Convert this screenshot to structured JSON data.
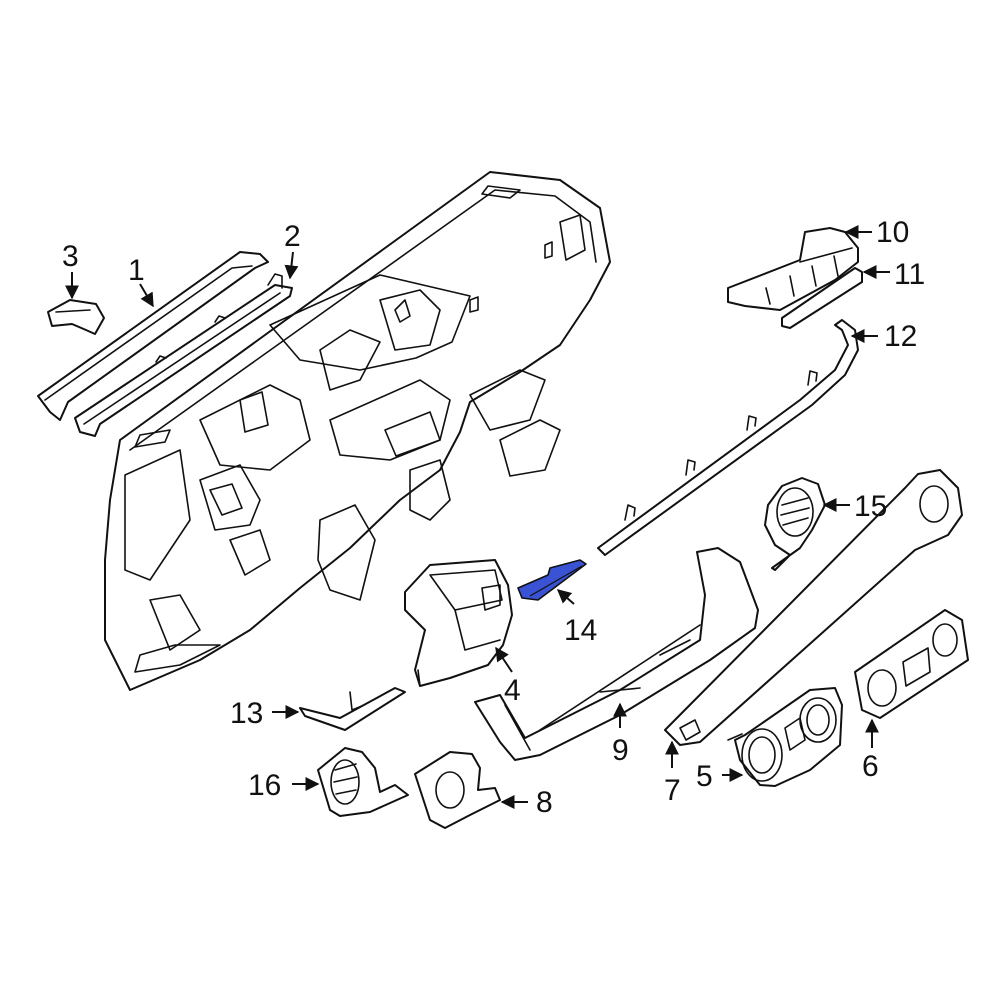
{
  "highlight_color": "#3a53d4",
  "line_color": "#111111",
  "callouts": [
    {
      "id": "1",
      "label": "1"
    },
    {
      "id": "2",
      "label": "2"
    },
    {
      "id": "3",
      "label": "3"
    },
    {
      "id": "4",
      "label": "4"
    },
    {
      "id": "5",
      "label": "5"
    },
    {
      "id": "6",
      "label": "6"
    },
    {
      "id": "7",
      "label": "7"
    },
    {
      "id": "8",
      "label": "8"
    },
    {
      "id": "9",
      "label": "9"
    },
    {
      "id": "10",
      "label": "10"
    },
    {
      "id": "11",
      "label": "11"
    },
    {
      "id": "12",
      "label": "12"
    },
    {
      "id": "13",
      "label": "13"
    },
    {
      "id": "14",
      "label": "14",
      "highlighted": true
    },
    {
      "id": "15",
      "label": "15"
    },
    {
      "id": "16",
      "label": "16"
    }
  ]
}
